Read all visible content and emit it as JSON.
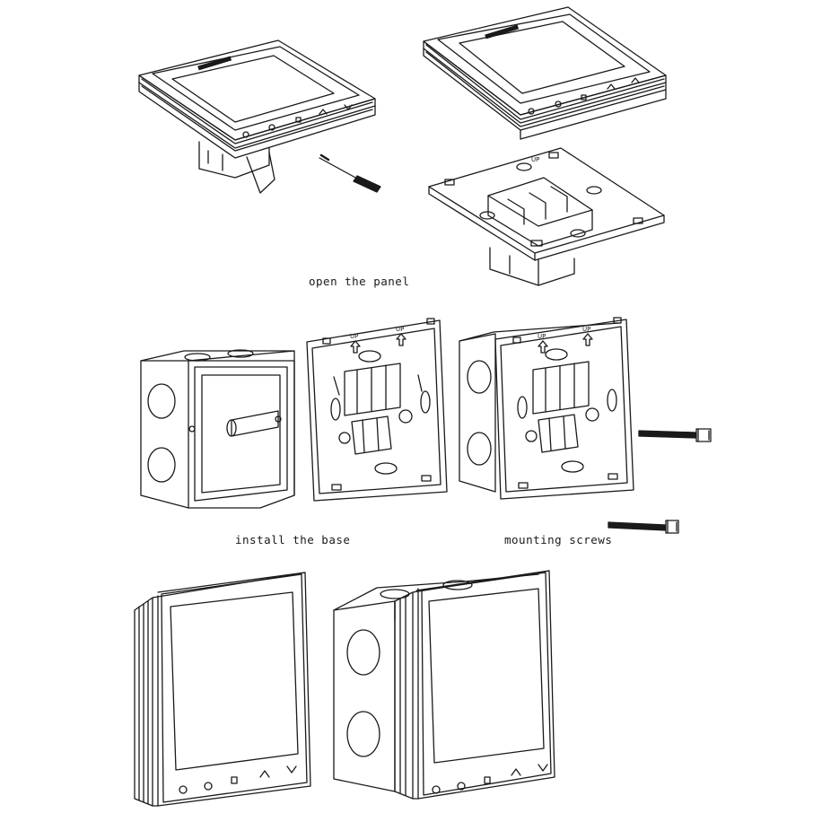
{
  "captions": {
    "open_panel": "open the panel",
    "install_base": "install the base",
    "mounting_screws": "mounting screws"
  },
  "labels": {
    "up": "UP"
  },
  "icons": [
    "power-icon",
    "clock-icon",
    "menu-icon",
    "chevron-up-icon",
    "chevron-down-icon"
  ],
  "colors": {
    "line": "#1a1a1a",
    "background": "#ffffff"
  }
}
